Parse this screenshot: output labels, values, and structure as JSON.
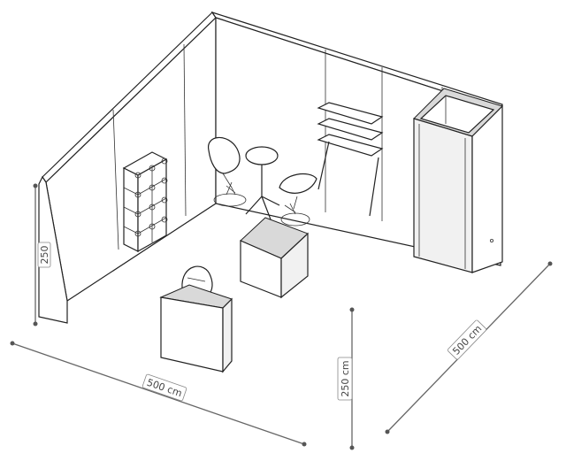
{
  "dimensions": {
    "front_width": "500 cm",
    "side_depth": "500 cm",
    "wall_height": "250 cm",
    "back_left_height": "250"
  }
}
